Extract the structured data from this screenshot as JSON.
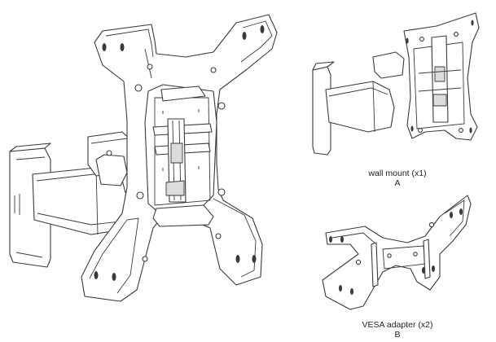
{
  "captions": {
    "wall_mount": {
      "text": "wall mount (x1)",
      "letter": "A"
    },
    "vesa_adapter": {
      "text": "VESA adapter (x2)",
      "letter": "B"
    }
  },
  "colors": {
    "line": "#3a3a3a",
    "background": "#ffffff",
    "shade": "#dcdcdc"
  }
}
